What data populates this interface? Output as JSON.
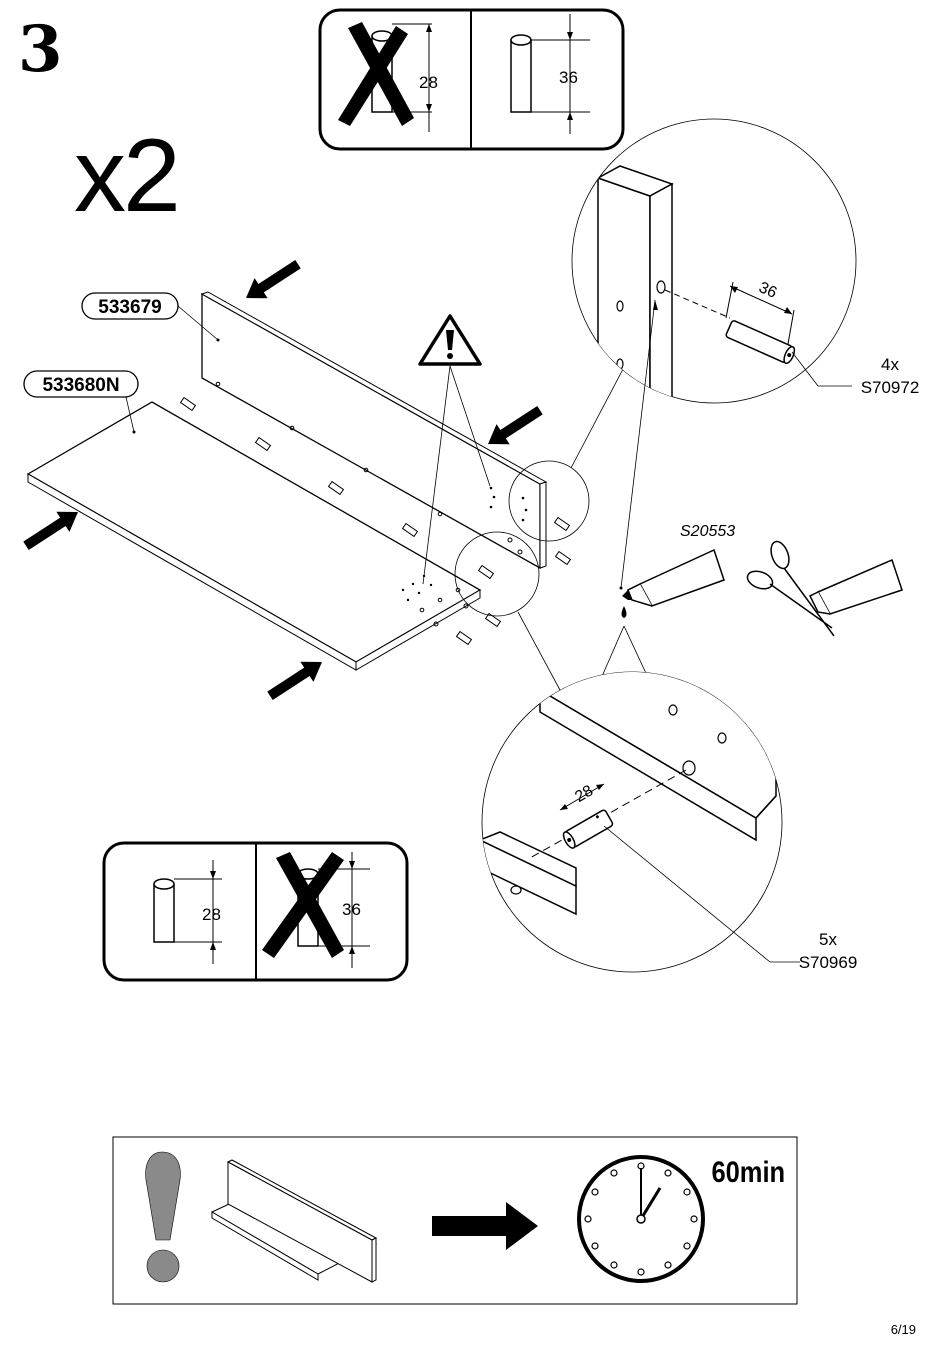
{
  "step": {
    "number": "3",
    "multiplier": "x2"
  },
  "parts": {
    "back_panel": "533679",
    "bottom_panel": "533680N"
  },
  "dowels": {
    "long": {
      "length": "36",
      "qty": "4x",
      "code": "S70972"
    },
    "short": {
      "length": "28",
      "qty": "5x",
      "code": "S70969"
    }
  },
  "glue": {
    "code": "S20553"
  },
  "dimension_labels": {
    "top_box_wrong": "28",
    "top_box_right": "36",
    "bottom_box_right": "28",
    "bottom_box_wrong": "36",
    "detail_top": "36",
    "detail_bottom": "28"
  },
  "drying": {
    "time_label": "60min"
  },
  "page": {
    "number": "6/19"
  },
  "icons": [
    "warning-triangle-icon",
    "glue-tube-icon",
    "scissors-icon",
    "clock-icon",
    "exclamation-icon",
    "arrow-right-icon",
    "cross-out-icon"
  ]
}
